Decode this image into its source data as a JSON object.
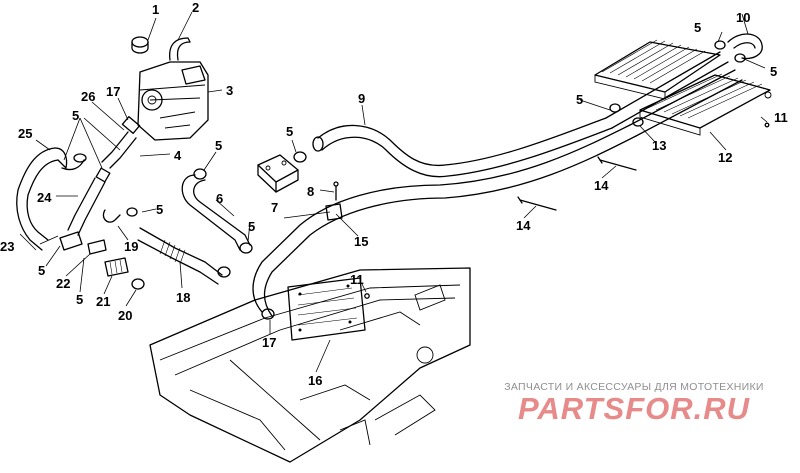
{
  "diagram": {
    "callouts": [
      "1",
      "2",
      "3",
      "4",
      "5",
      "6",
      "7",
      "8",
      "9",
      "10",
      "11",
      "12",
      "13",
      "14",
      "15",
      "16",
      "17",
      "18",
      "19",
      "20",
      "21",
      "22",
      "23",
      "24",
      "25",
      "26"
    ]
  },
  "watermark": {
    "caption": "ЗАПЧАСТИ И АКСЕССУАРЫ ДЛЯ МОТОТЕХНИКИ",
    "logo": "PARTSFOR.RU",
    "logo_color": "#e78a8a"
  }
}
